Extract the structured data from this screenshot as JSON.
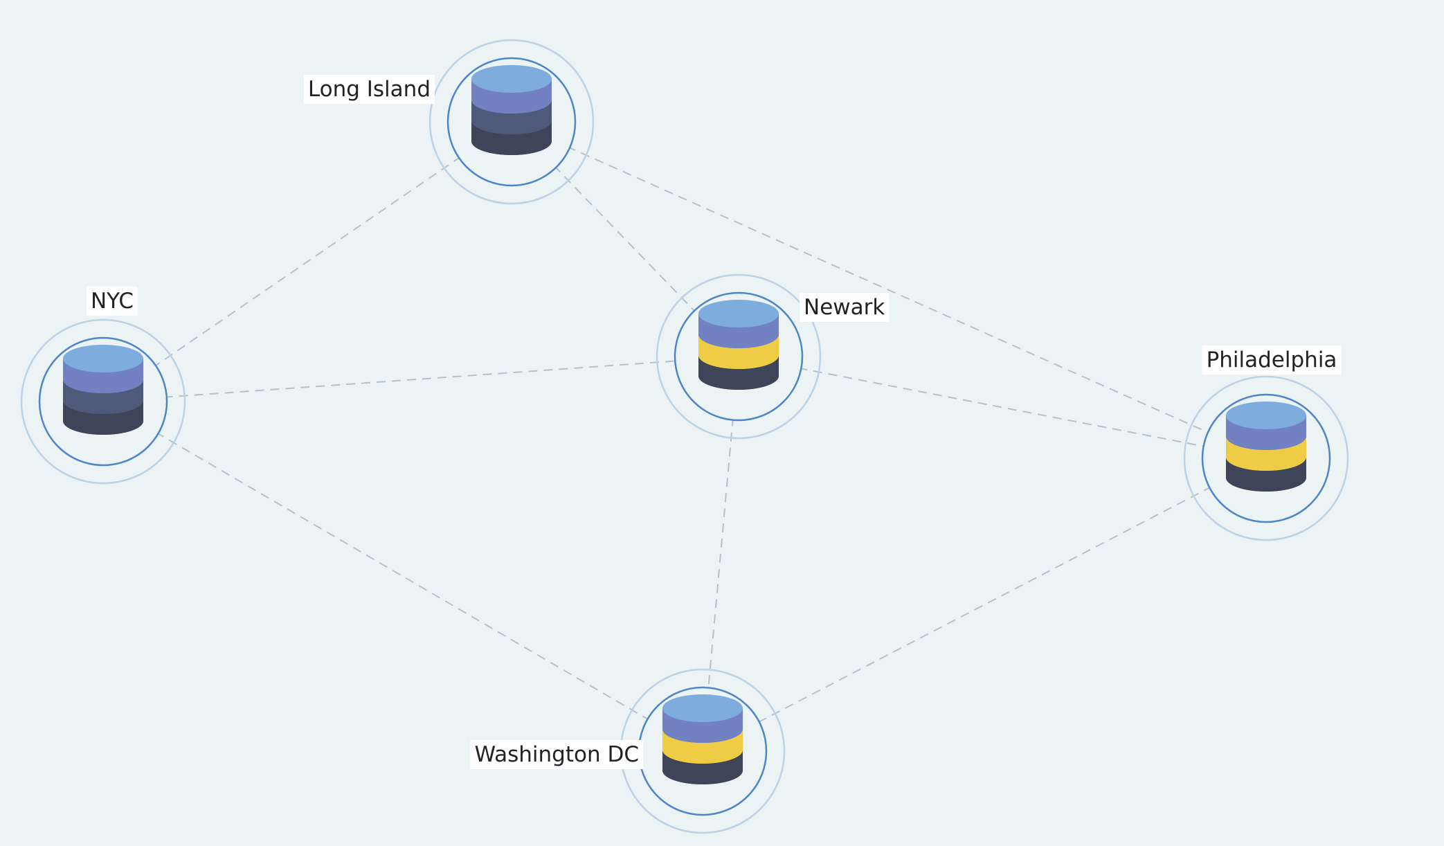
{
  "colors": {
    "background": "#ebf3f5",
    "edge": "#b4c1cc",
    "ring_outer": "#bcd2e5",
    "ring_inner": "#4d86c6",
    "db_top": "#7eacdc",
    "db_band_purple": "#7281c1",
    "db_band_slate": "#4f5a7a",
    "db_band_yellow": "#efcc45",
    "db_base": "#3f4558"
  },
  "nodes": [
    {
      "id": "long-island",
      "label": "Long Island",
      "icon": "database-icon",
      "middle_band": "slate"
    },
    {
      "id": "nyc",
      "label": "NYC",
      "icon": "database-icon",
      "middle_band": "slate"
    },
    {
      "id": "newark",
      "label": "Newark",
      "icon": "database-icon",
      "middle_band": "yellow"
    },
    {
      "id": "philadelphia",
      "label": "Philadelphia",
      "icon": "database-icon",
      "middle_band": "yellow"
    },
    {
      "id": "washington-dc",
      "label": "Washington DC",
      "icon": "database-icon",
      "middle_band": "yellow"
    }
  ],
  "edges": [
    {
      "from": "long-island",
      "to": "nyc"
    },
    {
      "from": "long-island",
      "to": "newark"
    },
    {
      "from": "long-island",
      "to": "philadelphia"
    },
    {
      "from": "nyc",
      "to": "newark"
    },
    {
      "from": "nyc",
      "to": "washington-dc"
    },
    {
      "from": "newark",
      "to": "philadelphia"
    },
    {
      "from": "newark",
      "to": "washington-dc"
    },
    {
      "from": "philadelphia",
      "to": "washington-dc"
    }
  ]
}
